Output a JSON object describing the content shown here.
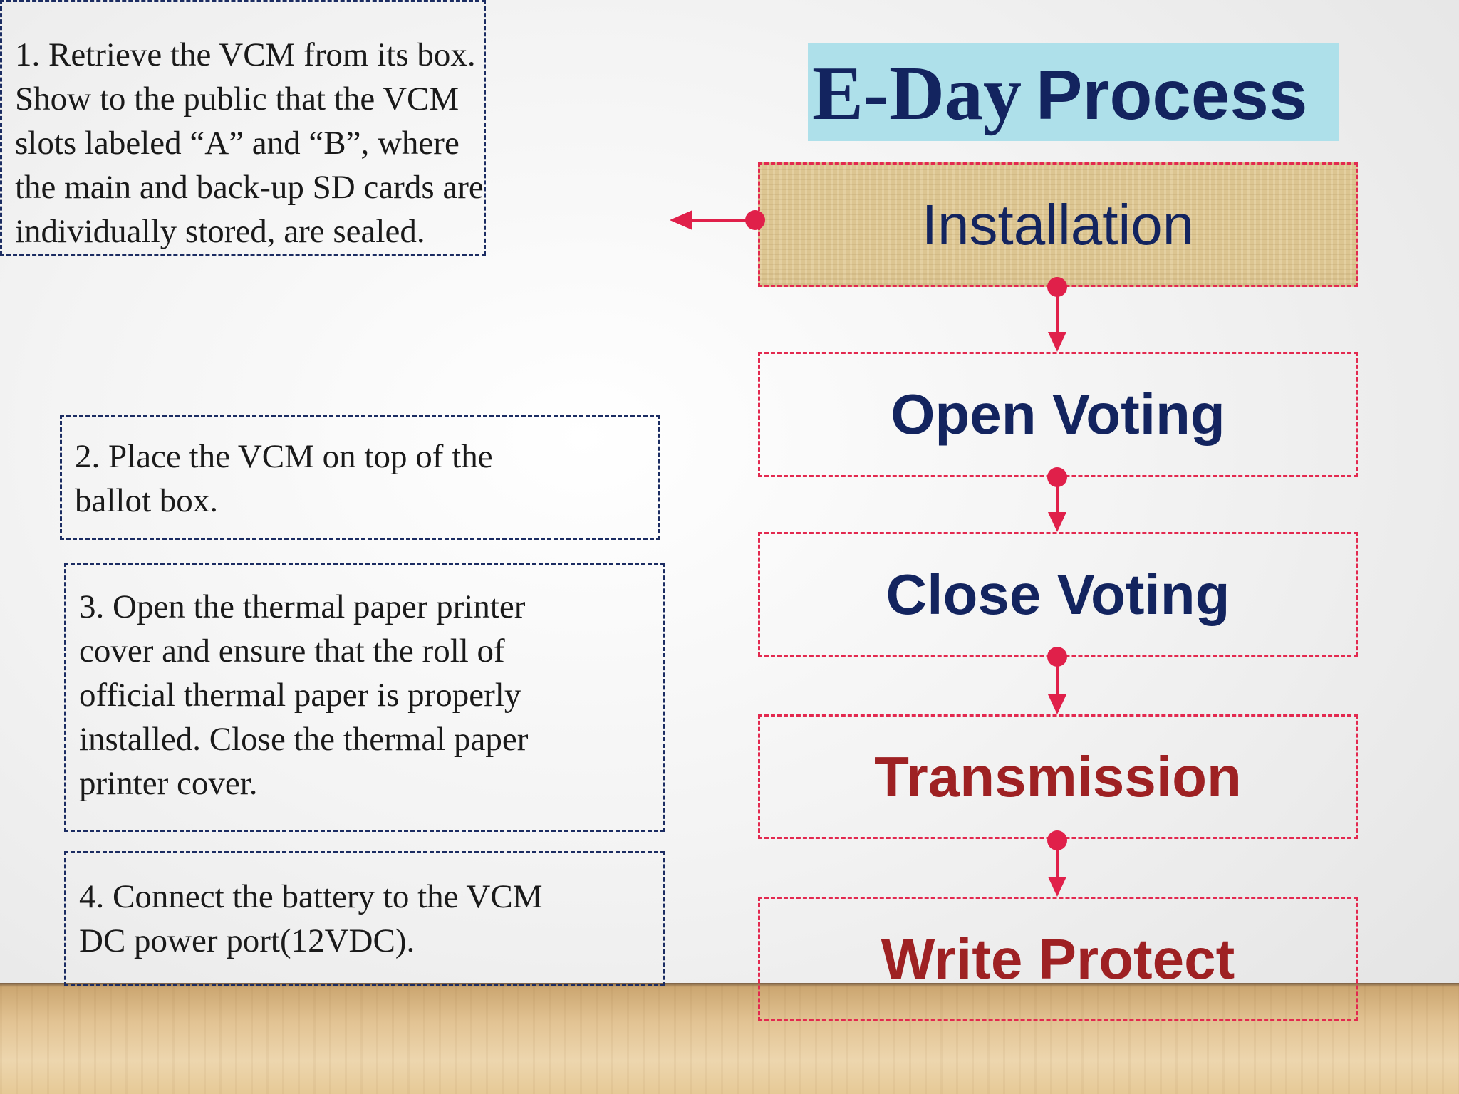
{
  "title": {
    "part1": "E-Day",
    "part2": "Process"
  },
  "steps": [
    {
      "lines": [
        "1. Retrieve the VCM from its box.",
        "Show to the public that the VCM",
        "slots labeled “A” and “B”, where",
        "the main and back-up SD cards are",
        "individually stored, are sealed."
      ]
    },
    {
      "lines": [
        "2. Place the VCM on top of the",
        "ballot box."
      ]
    },
    {
      "lines": [
        "3. Open the thermal paper printer",
        "cover and ensure that the roll of",
        "official thermal paper is properly",
        "installed. Close the thermal paper",
        "printer cover."
      ]
    },
    {
      "lines": [
        "4. Connect the battery to the VCM",
        "DC power port(12VDC)."
      ]
    }
  ],
  "process": [
    {
      "label": "Installation",
      "color": "#13245f",
      "active": true
    },
    {
      "label": "Open Voting",
      "color": "#13245f",
      "active": false
    },
    {
      "label": "Close Voting",
      "color": "#13245f",
      "active": false
    },
    {
      "label": "Transmission",
      "color": "#9e2123",
      "active": false
    },
    {
      "label": "Write Protect",
      "color": "#9e2123",
      "active": false
    }
  ],
  "colors": {
    "connector": "#e0204a",
    "step_border": "#1b2c62",
    "process_border": "#e3294f",
    "title_bg": "#aee0ea"
  }
}
